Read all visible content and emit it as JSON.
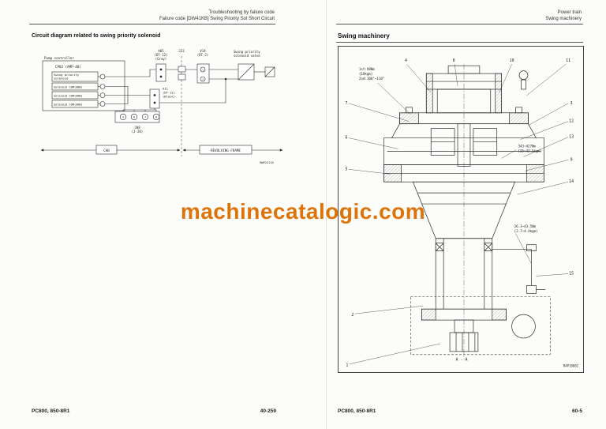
{
  "watermark": "machinecatalogic.com",
  "left_page": {
    "header": {
      "line1": "Troubleshooting by failure code",
      "line2": "Failure code [DW41KB] Swing Priority Sol Short Circuit"
    },
    "title": "Circuit diagram related to swing priority solenoid",
    "footer": {
      "model": "PC800, 850-8R1",
      "page_number": "40-259"
    },
    "diagram": {
      "pump_controller_label": "Pump controller",
      "cp02_label": "CP02 (AMP-40)",
      "row1_line1": "Swing priority",
      "row1_line2": "solenoid",
      "row_com": "Solenoid COM(GND)",
      "a05_line1": "A05",
      "a05_line2": "(DT-12)",
      "a05_line3": "(Gray)",
      "j22_label": "J22",
      "v14_line1": "V14",
      "v14_line2": "(DT-2)",
      "v14_pins": [
        "1",
        "2"
      ],
      "valve_line1": "Swing priority",
      "valve_line2": "solenoid valve",
      "a11_line1": "A11",
      "a11_line2": "(DT-12)",
      "a11_line3": "(Black)",
      "j08_line1": "J08",
      "j08_line2": "(J-20)",
      "j08_pins": [
        "4",
        "6",
        "7",
        "8"
      ],
      "cab_label": "CAB",
      "revolving_frame_label": "REVOLVING FRAME",
      "ref": "BWP22118"
    }
  },
  "right_page": {
    "header": {
      "line1": "Power train",
      "line2": "Swing machinery"
    },
    "title": "Swing machinery",
    "footer": {
      "model": "PC800, 850-8R1",
      "page_number": "60-5"
    },
    "diagram": {
      "torque_top_1": "1st:98Nm",
      "torque_top_2": "{10kgm}",
      "torque_top_3": "2nd:100°~110°",
      "torque_r1_1": "343~427Nm",
      "torque_r1_2": "{35~43.5kgm}",
      "torque_r2_1": "26.3~43.5Nm",
      "torque_r2_2": "{2.7~4.4kgm}",
      "section_label": "A - A",
      "ref": "R4P10602",
      "callouts": [
        "1",
        "2",
        "3",
        "4",
        "5",
        "6",
        "7",
        "8",
        "9",
        "10",
        "11",
        "12",
        "13",
        "14",
        "15"
      ]
    }
  }
}
